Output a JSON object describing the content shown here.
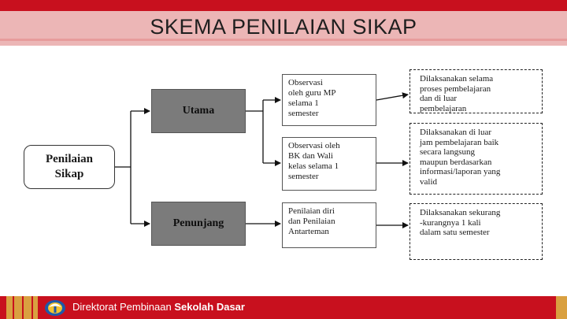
{
  "title": "SKEMA PENILAIAN SIKAP",
  "diagram": {
    "root": [
      "Penilaian",
      "Sikap"
    ],
    "main": {
      "label": "Utama",
      "items": [
        {
          "text": [
            "Observasi",
            "oleh guru MP",
            "selama 1",
            "semester"
          ],
          "note": [
            "Dilaksanakan selama",
            "proses pembelajaran",
            "dan di luar",
            "pembelajaran"
          ]
        },
        {
          "text": [
            "Observasi oleh",
            "BK dan Wali",
            "kelas selama 1",
            "semester"
          ],
          "note": [
            "Dilaksanakan di luar",
            "jam pembelajaran baik",
            "secara langsung",
            "maupun berdasarkan",
            "informasi/laporan yang",
            "valid"
          ]
        }
      ]
    },
    "support": {
      "label": "Penunjang",
      "items": [
        {
          "text": [
            "Penilaian diri",
            "dan Penilaian",
            "Antarteman"
          ],
          "note": [
            "Dilaksanakan sekurang",
            "-kurangnya 1 kali",
            "dalam satu semester"
          ]
        }
      ]
    }
  },
  "footer": {
    "prefix": "Direktorat Pembinaan",
    "bold": "Sekolah Dasar"
  },
  "icons": {
    "logo": "tut-wuri-handayani-logo"
  },
  "colors": {
    "brand_red": "#c8101e",
    "title_band": "#ecb6b6",
    "node_grey": "#7b7b7b",
    "footer_gold": "#d9a040"
  }
}
